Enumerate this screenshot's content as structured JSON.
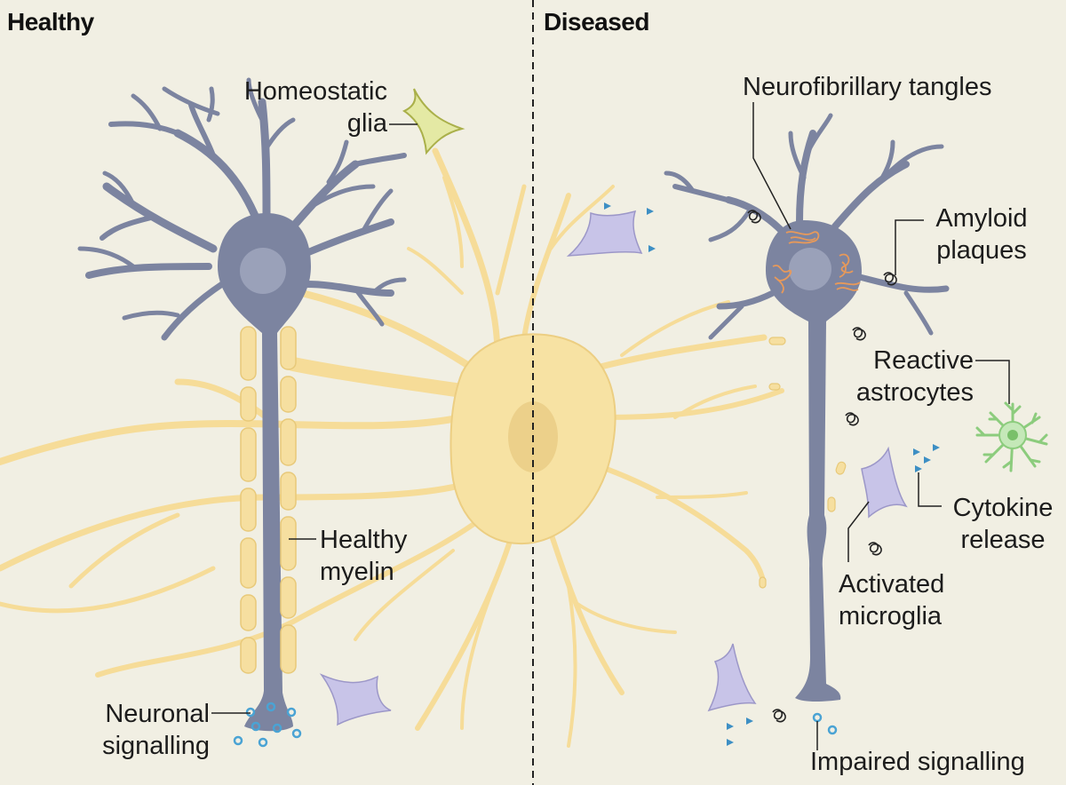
{
  "panels": {
    "healthy": {
      "title": "Healthy"
    },
    "diseased": {
      "title": "Diseased"
    }
  },
  "labels": {
    "homeostatic_glia": [
      "Homeostatic",
      "glia"
    ],
    "healthy_myelin": [
      "Healthy",
      "myelin"
    ],
    "neuronal_signalling": [
      "Neuronal",
      "signalling"
    ],
    "neurofibrillary_tangles": "Neurofibrillary tangles",
    "amyloid_plaques": [
      "Amyloid",
      "plaques"
    ],
    "reactive_astrocytes": [
      "Reactive",
      "astrocytes"
    ],
    "cytokine_release": [
      "Cytokine",
      "release"
    ],
    "activated_microglia": [
      "Activated",
      "microglia"
    ],
    "impaired_signalling": "Impaired signalling"
  },
  "colors": {
    "background": "#f1efe3",
    "neuron": "#7c84a0",
    "neuron_nucleus": "#9aa1b9",
    "oligodendrocyte": "#f7e2a3",
    "oligodendrocyte_outline": "#e7c978",
    "homeostatic_glia": "#e4e9a4",
    "microglia": "#c8c4e8",
    "astrocyte": "#a7d89a",
    "tangles": "#e7995a",
    "cytokine": "#3d8fc4",
    "vesicle": "#4aa3d4",
    "divider": "#222222"
  }
}
